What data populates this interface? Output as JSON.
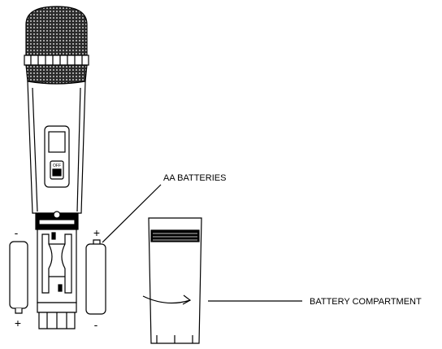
{
  "labels": {
    "aa_batteries": "AA BATTERIES",
    "battery_compartment": "BATTERY COMPARTMENT"
  },
  "polarity": {
    "left_battery_top": "-",
    "left_battery_bottom": "+",
    "right_battery_top": "+",
    "right_battery_bottom": "-"
  },
  "mic_switch_text": "OFF",
  "colors": {
    "line": "#000000",
    "grille": "#2a2a2a",
    "background": "#ffffff"
  }
}
